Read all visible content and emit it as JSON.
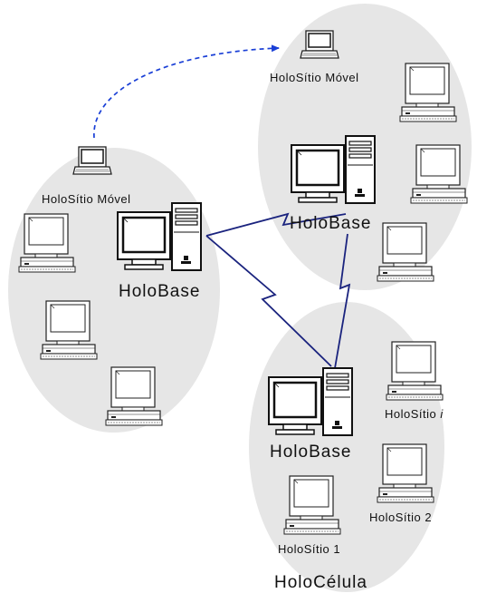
{
  "colors": {
    "cell_fill": "#e6e6e6",
    "link_color": "#1a237e",
    "migration_arrow": "#1a3fd6",
    "device_stroke": "#222222"
  },
  "labels": {
    "mobile_site_top": "HoloSítio Móvel",
    "mobile_site_left": "HoloSítio Móvel",
    "holobase_left": "HoloBase",
    "holobase_right": "HoloBase",
    "holobase_bottom": "HoloBase",
    "holosite_i_prefix": "HoloSítio",
    "holosite_i_index": "i",
    "holosite_2": "HoloSítio 2",
    "holosite_1": "HoloSítio 1",
    "holocell": "HoloCélula"
  },
  "icons": {
    "server": "server-workstation-icon",
    "workstation": "desktop-computer-icon",
    "laptop": "laptop-icon",
    "link": "lightning-link-icon",
    "arrow": "dashed-arrow-icon"
  }
}
